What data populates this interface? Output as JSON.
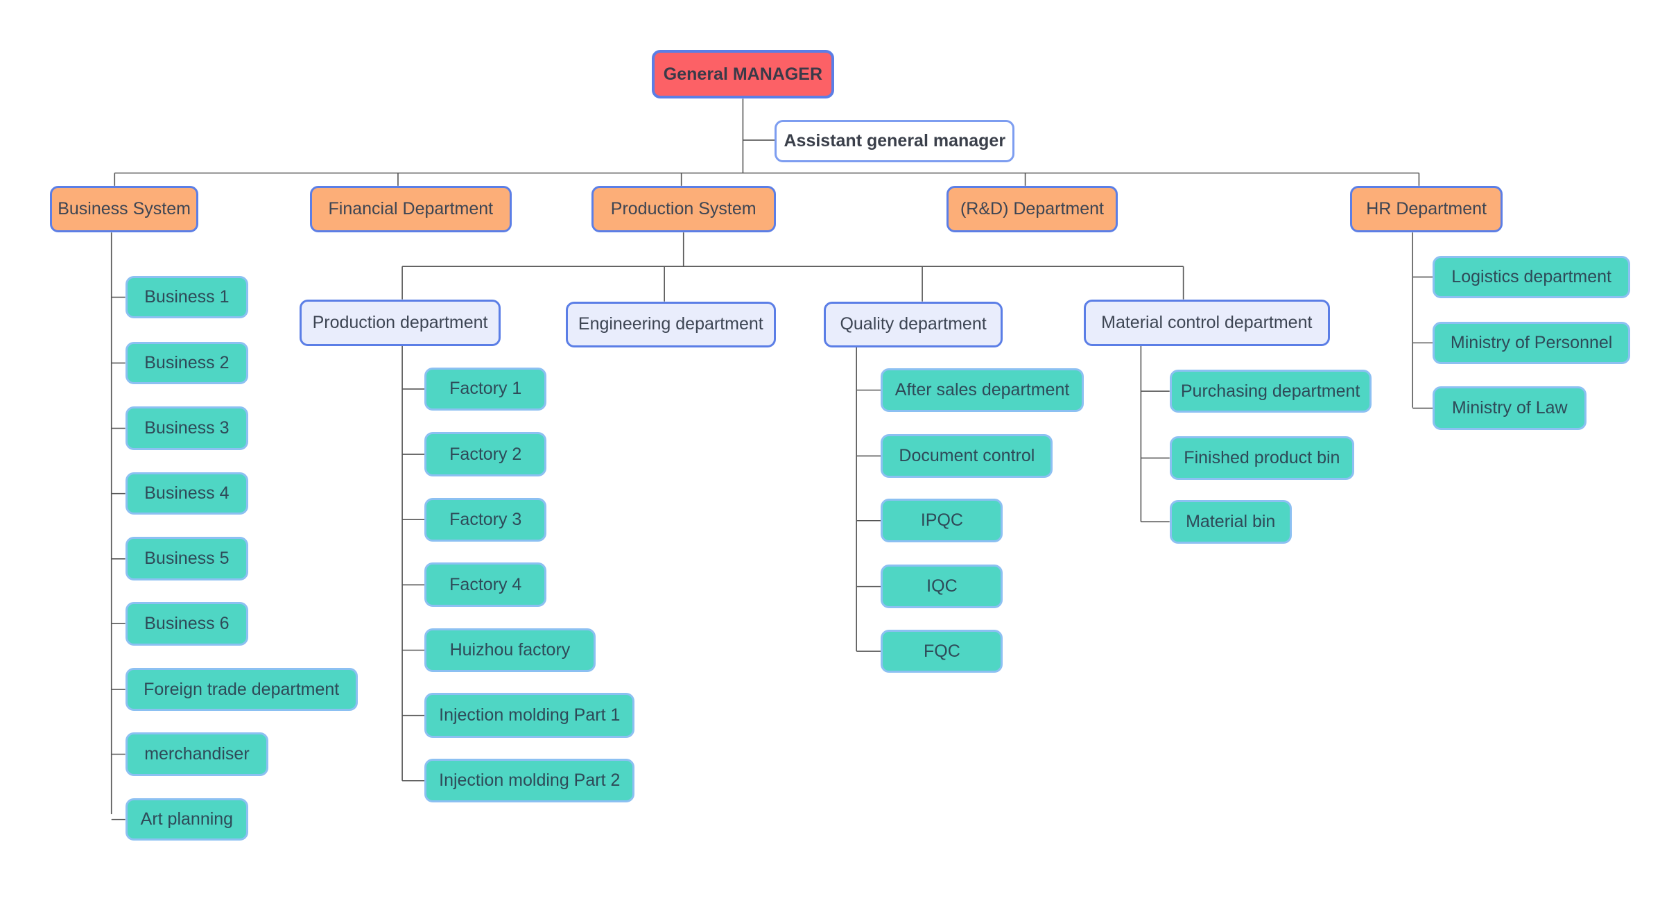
{
  "root": {
    "label": "General MANAGER"
  },
  "assistant": {
    "label": "Assistant general manager"
  },
  "departments": [
    {
      "key": "business",
      "label": "Business System",
      "children": [
        "Business 1",
        "Business 2",
        "Business 3",
        "Business 4",
        "Business 5",
        "Business 6",
        "Foreign trade department",
        "merchandiser",
        "Art planning"
      ]
    },
    {
      "key": "financial",
      "label": "Financial Department",
      "children": []
    },
    {
      "key": "production",
      "label": "Production System",
      "children": []
    },
    {
      "key": "rnd",
      "label": "(R&D) Department",
      "children": []
    },
    {
      "key": "hr",
      "label": "HR Department",
      "children": [
        "Logistics department",
        "Ministry of Personnel",
        "Ministry of Law"
      ]
    }
  ],
  "production_units": [
    {
      "key": "production-department",
      "label": "Production department",
      "children": [
        "Factory 1",
        "Factory 2",
        "Factory 3",
        "Factory 4",
        "Huizhou factory",
        "Injection molding Part 1",
        "Injection molding Part 2"
      ]
    },
    {
      "key": "engineering-department",
      "label": "Engineering department",
      "children": []
    },
    {
      "key": "quality-department",
      "label": "Quality department",
      "children": [
        "After sales department",
        "Document control",
        "IPQC",
        "IQC",
        "FQC"
      ]
    },
    {
      "key": "material-control-department",
      "label": "Material control department",
      "children": [
        "Purchasing department",
        "Finished product bin",
        "Material bin"
      ]
    }
  ],
  "colors": {
    "root_fill": "#fc6166",
    "department_fill": "#fcae78",
    "unit_fill": "#e9edfc",
    "leaf_fill": "#4fd6c4",
    "border_blue": "#5b7ee6",
    "connector": "#555555"
  }
}
